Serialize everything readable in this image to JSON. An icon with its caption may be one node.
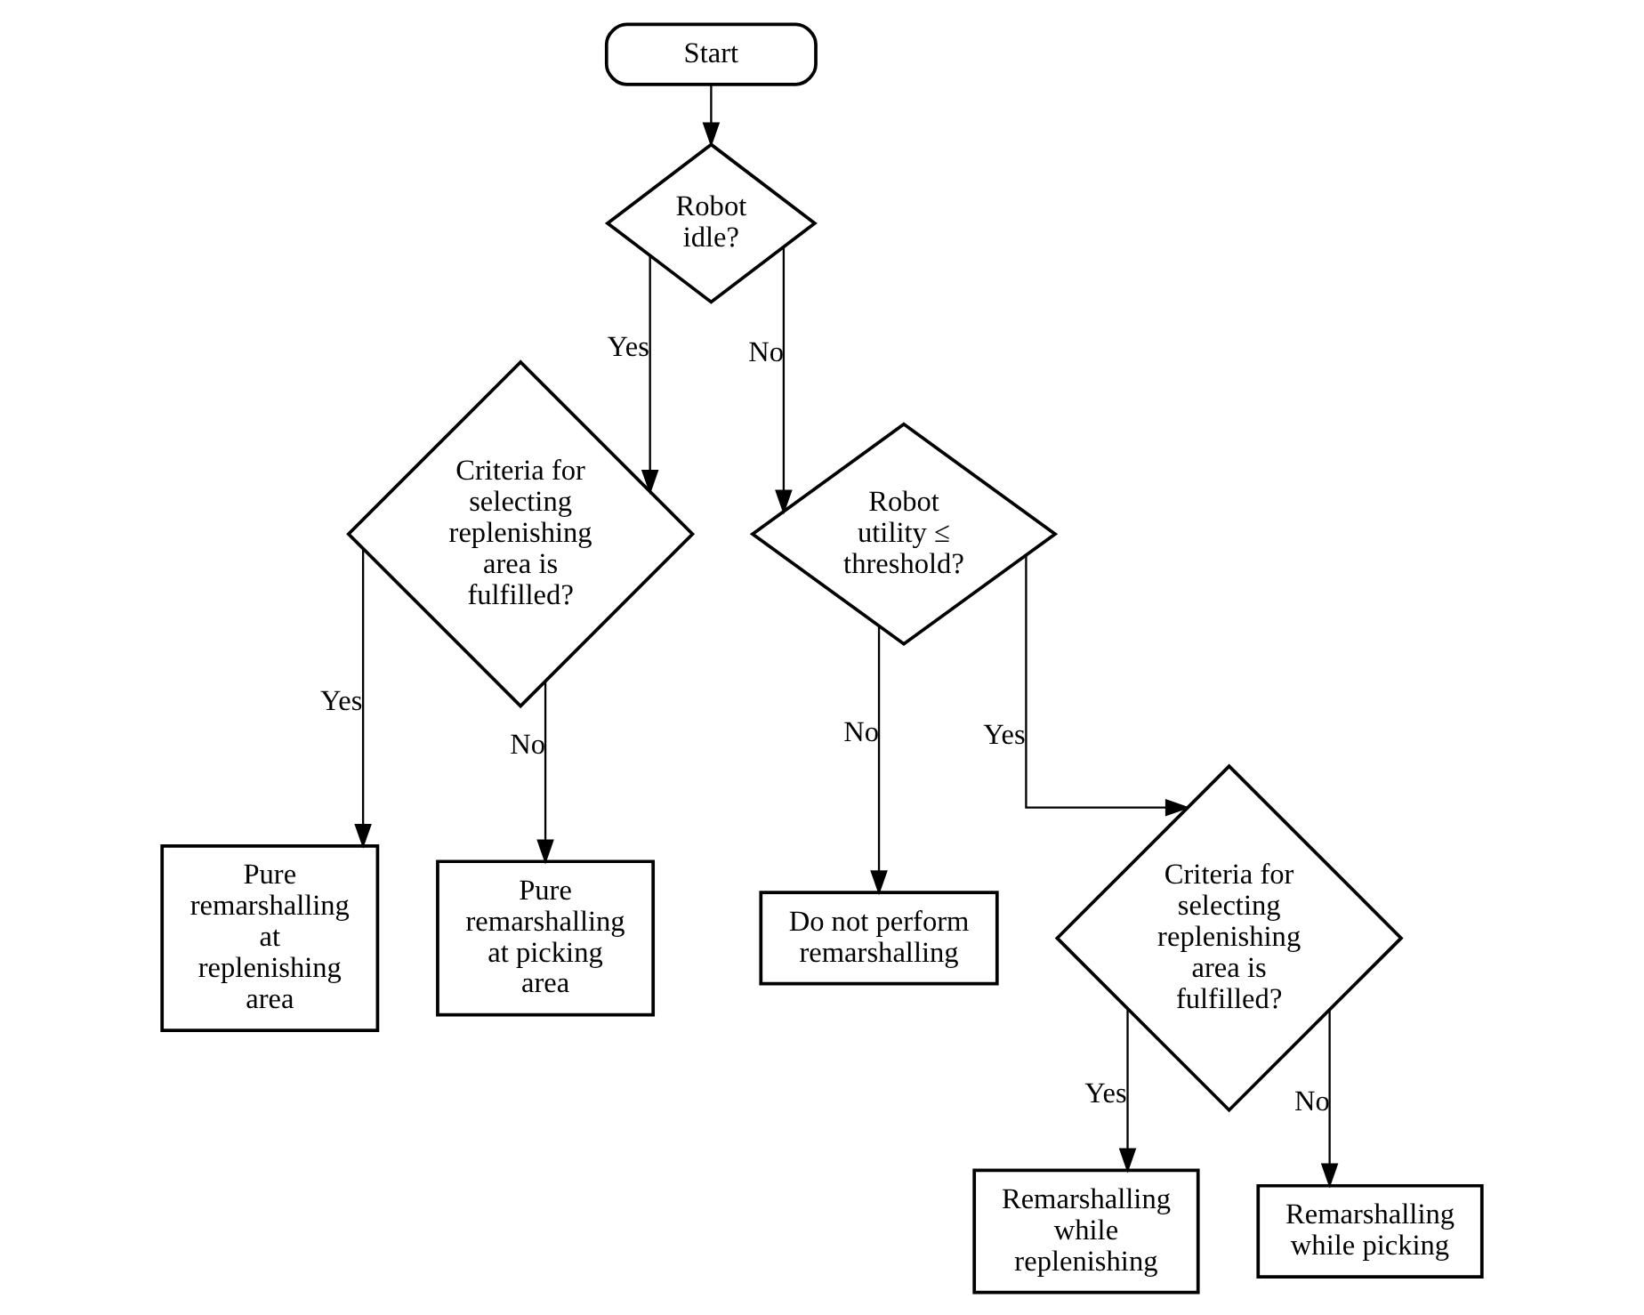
{
  "diagram": {
    "nodes": [
      {
        "text": [
          "Start"
        ]
      },
      {
        "text": [
          "Robot idle?"
        ]
      },
      {
        "text": [
          "Criteria for selecting replenishing area is fulfilled?"
        ]
      },
      {
        "text": [
          "Robot utility ≤ threshold?"
        ]
      },
      {
        "text": [
          "Pure remarshalling at replenishing area"
        ]
      },
      {
        "text": [
          "Pure remarshalling at picking area"
        ]
      },
      {
        "text": [
          "Do not perform remarshalling"
        ]
      },
      {
        "text": [
          "Criteria for selecting replenishing area is fulfilled?"
        ]
      },
      {
        "text": [
          "Remarshalling while replenishing"
        ]
      },
      {
        "text": [
          "Remarshalling while picking"
        ]
      }
    ],
    "edges": [
      {
        "from": 0,
        "to": 1,
        "arrow": "to"
      },
      {
        "from": 1,
        "to": 2,
        "arrow": "to",
        "label": "Yes"
      },
      {
        "from": 1,
        "to": 3,
        "arrow": "to",
        "label": "No"
      },
      {
        "from": 2,
        "to": 4,
        "arrow": "to",
        "label": "Yes"
      },
      {
        "from": 2,
        "to": 5,
        "arrow": "to",
        "label": "No"
      },
      {
        "from": 3,
        "to": 6,
        "arrow": "to",
        "label": "No"
      },
      {
        "from": 3,
        "to": 7,
        "arrow": "to",
        "label": "Yes"
      },
      {
        "from": 7,
        "to": 8,
        "arrow": "to",
        "label": "Yes"
      },
      {
        "from": 7,
        "to": 9,
        "arrow": "to",
        "label": "No"
      }
    ]
  }
}
